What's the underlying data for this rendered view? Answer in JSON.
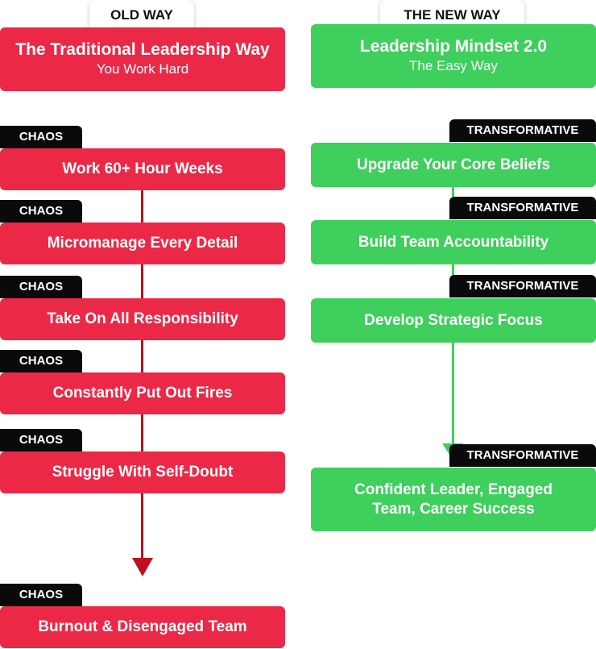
{
  "old_way": {
    "header": "OLD WAY",
    "title": "The Traditional Leadership Way",
    "subtitle": "You Work Hard",
    "tag": "CHAOS",
    "steps": [
      "Work 60+ Hour Weeks",
      "Micromanage Every Detail",
      "Take On All Responsibility",
      "Constantly Put Out Fires",
      "Struggle With Self-Doubt"
    ],
    "result": "Burnout & Disengaged Team",
    "color": "#ec2847",
    "arrow_color": "#c20d1c"
  },
  "new_way": {
    "header": "THE NEW WAY",
    "title": "Leadership Mindset 2.0",
    "subtitle": "The Easy Way",
    "tag": "TRANSFORMATIVE",
    "steps": [
      "Upgrade Your Core Beliefs",
      "Build Team Accountability",
      "Develop Strategic Focus"
    ],
    "result": "Confident Leader, Engaged Team, Career Success",
    "color": "#3ecf5c"
  }
}
